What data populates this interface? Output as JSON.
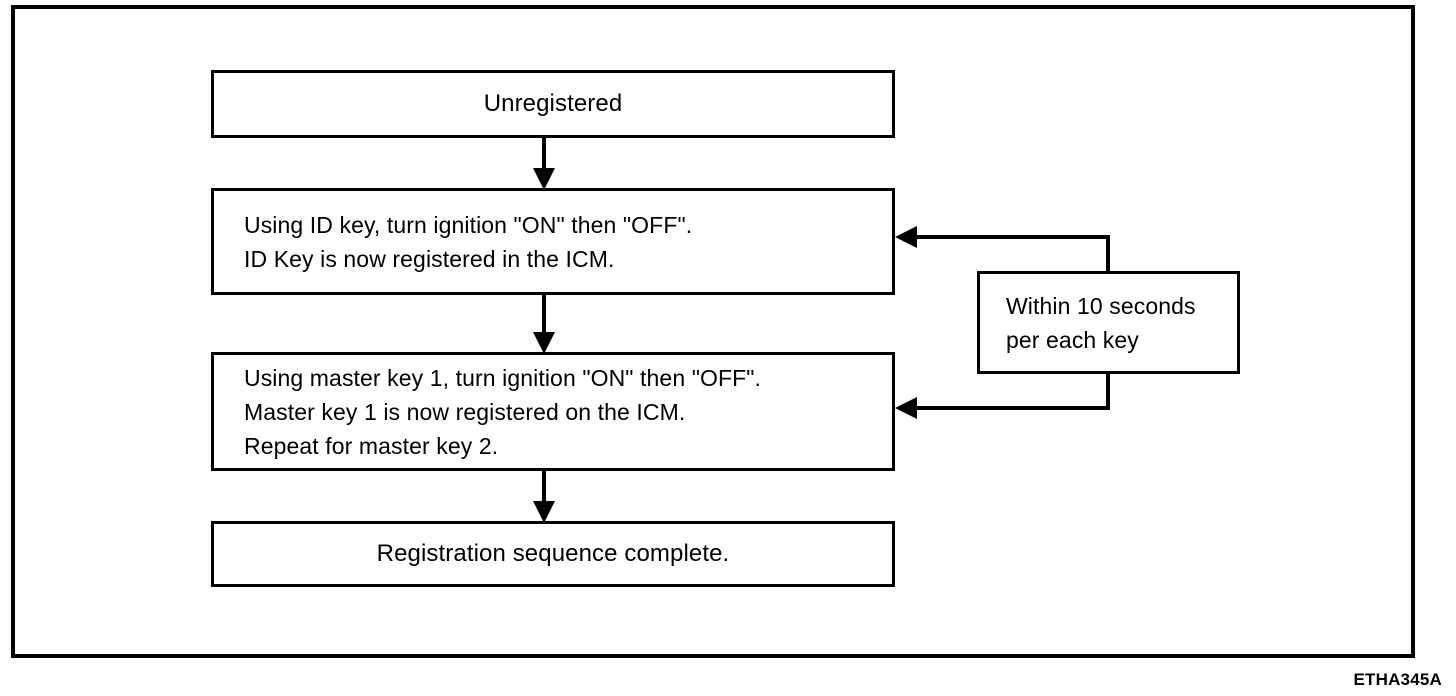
{
  "figure": {
    "code_label": "ETHA345A",
    "type": "flowchart"
  },
  "nodes": {
    "unregistered": {
      "label": "Unregistered"
    },
    "id_key_step": {
      "line1": "Using ID key, turn ignition \"ON\" then \"OFF\".",
      "line2": "ID Key is now registered in the ICM."
    },
    "master_key_step": {
      "line1": "Using master key 1, turn ignition \"ON\" then \"OFF\".",
      "line2": "Master key 1 is now registered on the ICM.",
      "line3": "Repeat for master key 2."
    },
    "complete": {
      "label": "Registration sequence complete."
    },
    "timing_note": {
      "line1": "Within 10 seconds",
      "line2": "per each key"
    }
  },
  "colors": {
    "line": "#000000",
    "background": "#ffffff"
  }
}
